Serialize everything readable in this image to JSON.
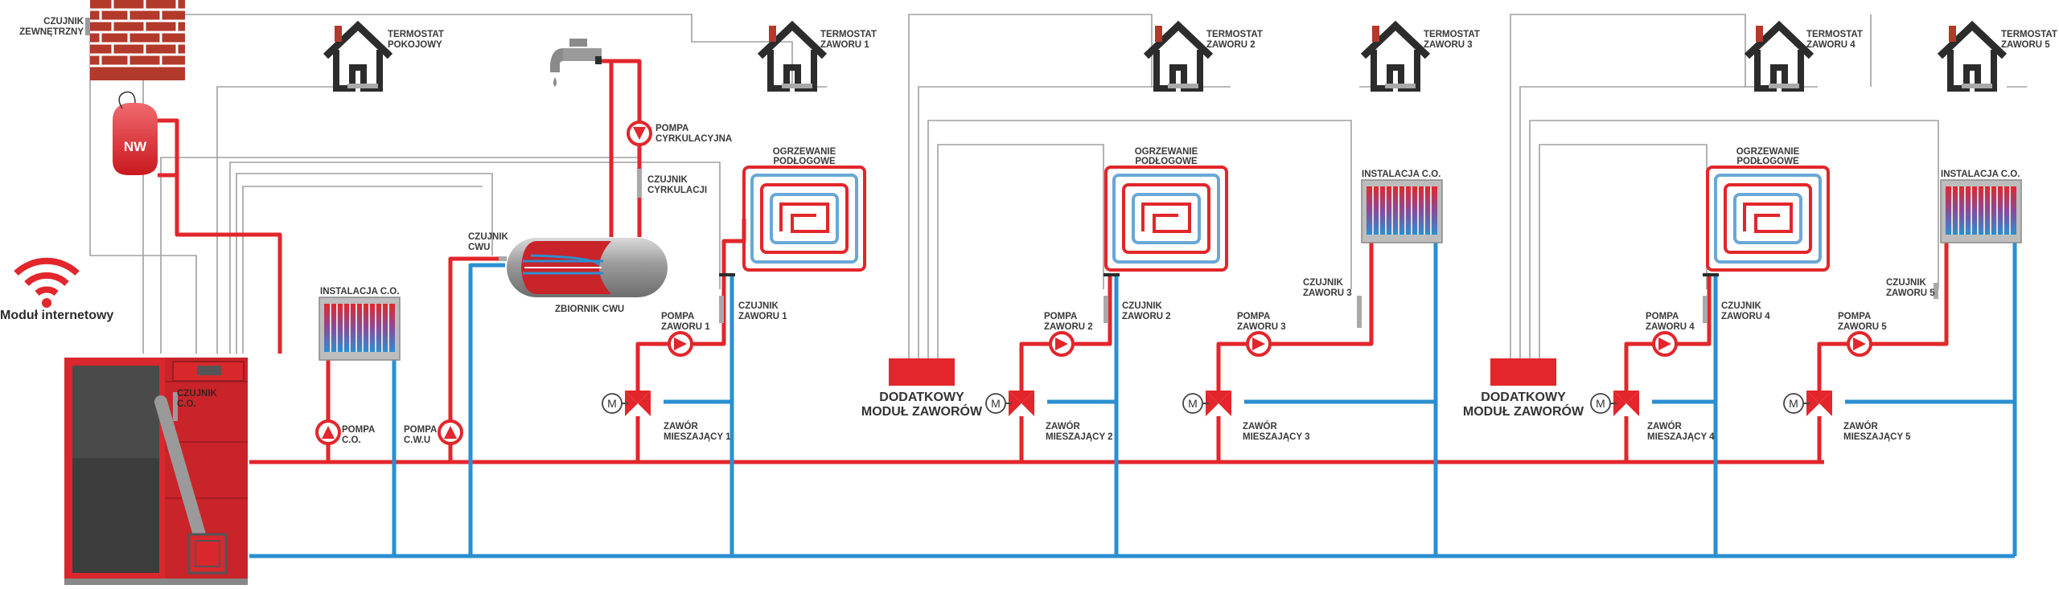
{
  "labels": {
    "czujnik_zew": [
      "CZUJNIK",
      "ZEWNĘTRZNY"
    ],
    "termostat_pok": [
      "TERMOSTAT",
      "POKOJOWY"
    ],
    "termostat_z1": [
      "TERMOSTAT",
      "ZAWORU 1"
    ],
    "termostat_z2": [
      "TERMOSTAT",
      "ZAWORU 2"
    ],
    "termostat_z3": [
      "TERMOSTAT",
      "ZAWORU 3"
    ],
    "termostat_z4": [
      "TERMOSTAT",
      "ZAWORU 4"
    ],
    "termostat_z5": [
      "TERMOSTAT",
      "ZAWORU 5"
    ],
    "nw": "NW",
    "modul_internetowy": "Moduł internetowy",
    "czujnik_co": [
      "CZUJNIK",
      "C.O."
    ],
    "instalacja_co": "INSTALACJA C.O.",
    "pompa_co": [
      "POMPA",
      "C.O."
    ],
    "pompa_cwu": [
      "POMPA",
      "C.W.U"
    ],
    "czujnik_cwu": [
      "CZUJNIK",
      "CWU"
    ],
    "zbiornik_cwu": "ZBIORNIK CWU",
    "pompa_cyrk": [
      "POMPA",
      "CYRKULACYJNA"
    ],
    "czujnik_cyrk": [
      "CZUJNIK",
      "CYRKULACJI"
    ],
    "ogrzewanie": [
      "OGRZEWANIE",
      "PODŁOGOWE"
    ],
    "pompa_z1": [
      "POMPA",
      "ZAWORU 1"
    ],
    "pompa_z2": [
      "POMPA",
      "ZAWORU 2"
    ],
    "pompa_z3": [
      "POMPA",
      "ZAWORU 3"
    ],
    "pompa_z4": [
      "POMPA",
      "ZAWORU 4"
    ],
    "pompa_z5": [
      "POMPA",
      "ZAWORU 5"
    ],
    "czujnik_z1": [
      "CZUJNIK",
      "ZAWORU 1"
    ],
    "czujnik_z2": [
      "CZUJNIK",
      "ZAWORU 2"
    ],
    "czujnik_z3": [
      "CZUJNIK",
      "ZAWORU 3"
    ],
    "czujnik_z4": [
      "CZUJNIK",
      "ZAWORU 4"
    ],
    "czujnik_z5": [
      "CZUJNIK",
      "ZAWORU 5"
    ],
    "zawor_1": [
      "ZAWÓR",
      "MIESZAJĄCY 1"
    ],
    "zawor_2": [
      "ZAWÓR",
      "MIESZAJĄCY 2"
    ],
    "zawor_3": [
      "ZAWÓR",
      "MIESZAJĄCY 3"
    ],
    "zawor_4": [
      "ZAWÓR",
      "MIESZAJĄCY 4"
    ],
    "zawor_5": [
      "ZAWÓR",
      "MIESZAJĄCY 5"
    ],
    "dodatkowy_modul": [
      "DODATKOWY",
      "MODUŁ ZAWORÓW"
    ],
    "motor": "M"
  },
  "colors": {
    "hot": "#e2262b",
    "cold": "#2a8fd0",
    "signal": "#a0a0a0",
    "boiler": "#d8272d",
    "brick": "#b3392b",
    "house": "#2c2c2c"
  }
}
